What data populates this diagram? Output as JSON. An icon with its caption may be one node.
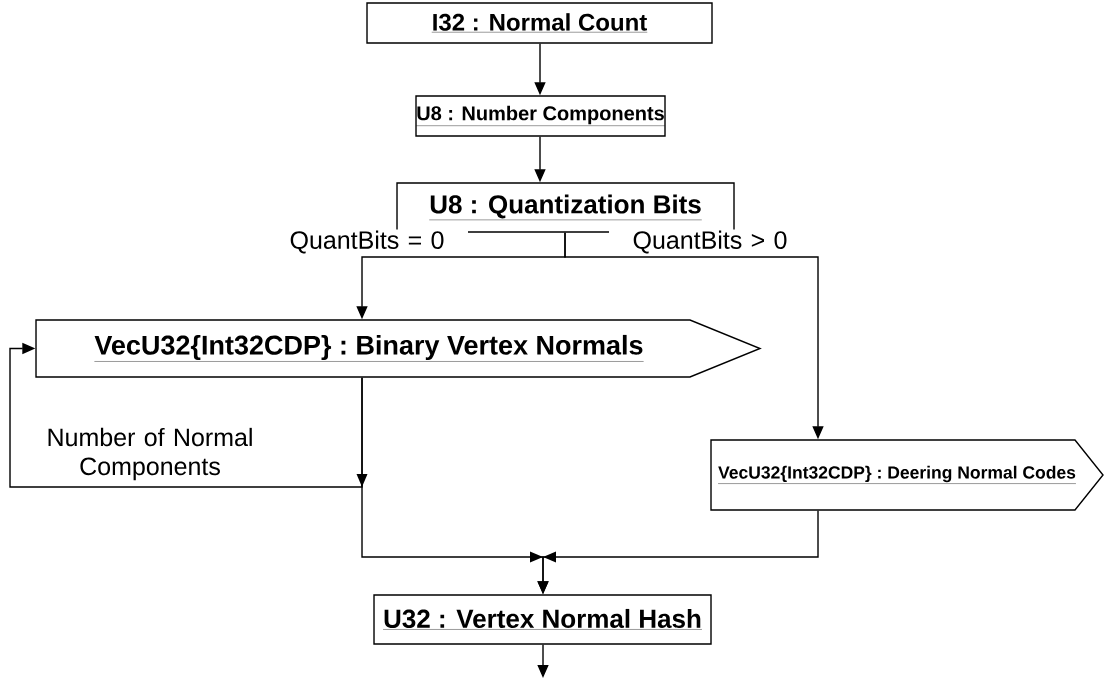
{
  "diagram": {
    "nodes": [
      {
        "text": [
          "I32 : Normal Count"
        ]
      },
      {
        "text": [
          "U8 : Number Components"
        ]
      },
      {
        "text": [
          "U8 : Quantization Bits"
        ]
      },
      {
        "text": [
          "VecU32{Int32CDP} : Binary Vertex Normals"
        ]
      },
      {
        "text": [
          "VecU32{Int32CDP} : Deering Normal Codes"
        ]
      },
      {
        "text": [
          "U32 : Vertex Normal Hash"
        ]
      }
    ],
    "edges": [
      {
        "from": 0,
        "to": 1,
        "arrow": "to"
      },
      {
        "from": 1,
        "to": 2,
        "arrow": "to"
      },
      {
        "from": 2,
        "to": 3,
        "arrow": "to",
        "label": "QuantBits = 0"
      },
      {
        "from": 2,
        "to": 4,
        "arrow": "to",
        "label": "QuantBits > 0"
      },
      {
        "from": 3,
        "to": 3,
        "arrow": "to",
        "label": "Number of Normal Components"
      },
      {
        "from": 3,
        "to": 5,
        "arrow": "to"
      },
      {
        "from": 4,
        "to": 5,
        "arrow": "to"
      },
      {
        "from": 5,
        "to": null,
        "arrow": "to"
      }
    ]
  }
}
